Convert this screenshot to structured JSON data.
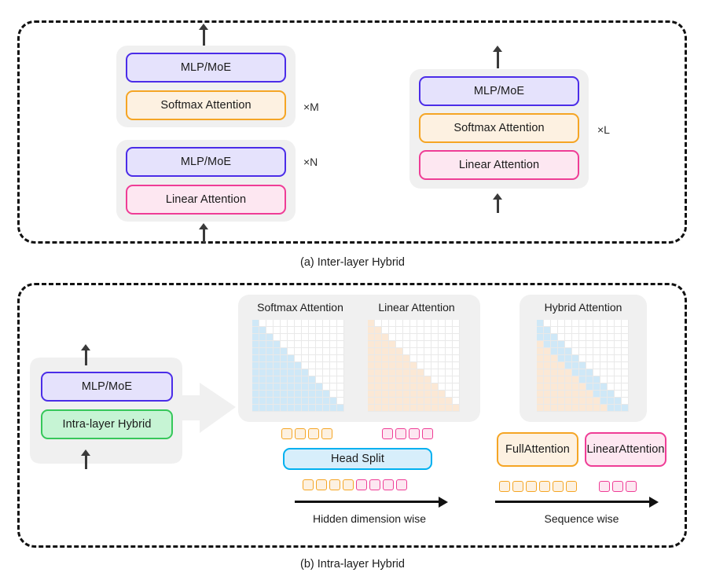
{
  "figure": {
    "panels": [
      {
        "id": "inter-layer",
        "caption": "(a) Inter-layer Hybrid",
        "stacks": [
          {
            "id": "stack-softmax",
            "multiplier": "×M",
            "blocks": [
              {
                "label": "MLP/MoE",
                "style": "mlp"
              },
              {
                "label": "Softmax Attention",
                "style": "softmax"
              }
            ]
          },
          {
            "id": "stack-linear",
            "multiplier": "×N",
            "blocks": [
              {
                "label": "MLP/MoE",
                "style": "mlp"
              },
              {
                "label": "Linear Attention",
                "style": "linear"
              }
            ]
          },
          {
            "id": "stack-combined",
            "multiplier": "×L",
            "blocks": [
              {
                "label": "MLP/MoE",
                "style": "mlp"
              },
              {
                "label": "Softmax Attention",
                "style": "softmax"
              },
              {
                "label": "Linear Attention",
                "style": "linear"
              }
            ]
          }
        ]
      },
      {
        "id": "intra-layer",
        "caption": "(b) Intra-layer Hybrid",
        "source_stack": {
          "blocks": [
            {
              "label": "MLP/MoE",
              "style": "mlp"
            },
            {
              "label": "Intra-layer Hybrid",
              "style": "intra"
            }
          ]
        },
        "matrices": [
          {
            "title": "Softmax Attention",
            "pattern": "causal-lower-triangular",
            "color": "#cfe8f7"
          },
          {
            "title": "Linear Attention",
            "pattern": "causal-lower-triangular",
            "color": "#fbe8d5"
          },
          {
            "title": "Hybrid Attention",
            "pattern": "diagonal-band-plus-lower",
            "band_color": "#cfe8f7",
            "fill_color": "#fbe8d5"
          }
        ],
        "head_split": {
          "top_left_tokens": 4,
          "top_left_color": "orange",
          "top_right_tokens": 4,
          "top_right_color": "pink",
          "box_label": "Head Split",
          "bottom_orange_tokens": 4,
          "bottom_pink_tokens": 4,
          "sublabel": "Hidden dimension wise"
        },
        "sequence_split": {
          "left_label": "Full Attention",
          "right_label": "Linear Attention",
          "orange_tokens": 6,
          "pink_tokens": 3,
          "sublabel": "Sequence wise"
        }
      }
    ]
  },
  "colors": {
    "mlp_fill": "#e5e2fc",
    "mlp_border": "#4b2de8",
    "softmax_fill": "#fdf1e1",
    "softmax_border": "#f5a524",
    "linear_fill": "#fde7f1",
    "linear_border": "#ef3d96",
    "intra_fill": "#c6f4d4",
    "intra_border": "#36c75a",
    "headsplit_fill": "#d7eefb",
    "headsplit_border": "#00b0f0",
    "group_bg": "#f0f0f0",
    "panel_border": "#111111"
  }
}
